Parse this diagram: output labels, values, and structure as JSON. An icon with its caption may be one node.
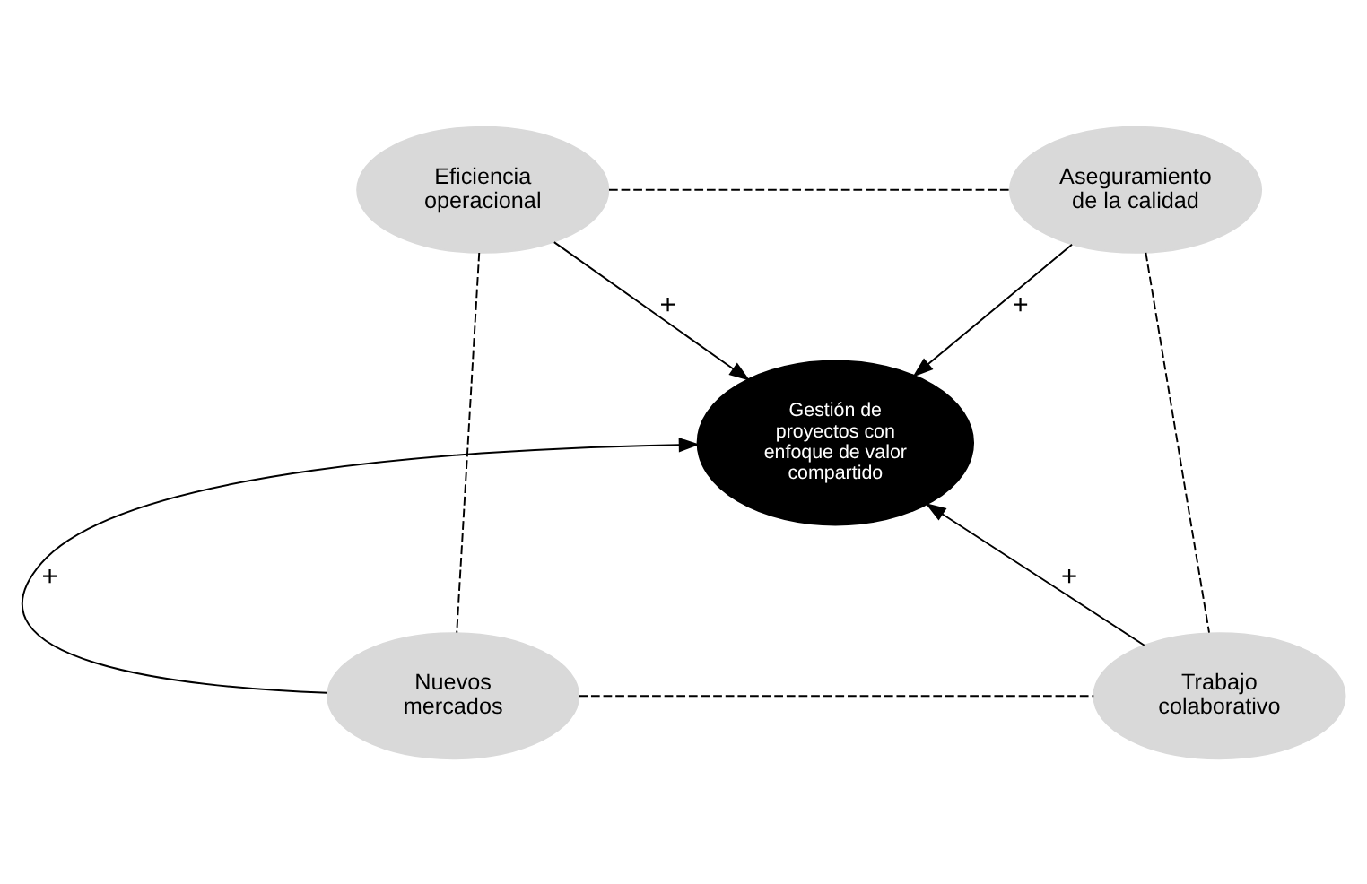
{
  "diagram": {
    "nodes": [
      {
        "text": [
          "Eficiencia operacional"
        ]
      },
      {
        "text": [
          "Aseguramiento de la calidad"
        ]
      },
      {
        "text": [
          "Gestión de proyectos con enfoque de valor compartido"
        ]
      },
      {
        "text": [
          "Nuevos mercados"
        ]
      },
      {
        "text": [
          "Trabajo colaborativo"
        ]
      }
    ],
    "edges": [
      {
        "from": 0,
        "to": 2,
        "arrow": "to",
        "label": "+"
      },
      {
        "from": 1,
        "to": 2,
        "arrow": "to",
        "label": "+"
      },
      {
        "from": 3,
        "to": 2,
        "arrow": "to",
        "label": "+"
      },
      {
        "from": 4,
        "to": 2,
        "arrow": "to",
        "label": "+"
      },
      {
        "from": 0,
        "to": 1,
        "arrow": "none",
        "style": "dashed"
      },
      {
        "from": 0,
        "to": 3,
        "arrow": "none",
        "style": "dashed"
      },
      {
        "from": 1,
        "to": 4,
        "arrow": "none",
        "style": "dashed"
      },
      {
        "from": 3,
        "to": 4,
        "arrow": "none",
        "style": "dashed"
      }
    ]
  }
}
